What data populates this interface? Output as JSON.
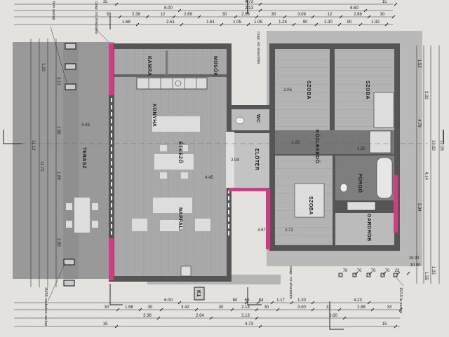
{
  "plan": {
    "rooms": {
      "kamra": "KAMRA",
      "mosokonyha": "MOSÓK",
      "konyha": "KONYHA",
      "etkezo": "ÉTKEZŐ",
      "nappali": "NAPPALI",
      "terasz": "TERASZ",
      "wc": "WC",
      "eloter": "ELŐTÉR",
      "szoba1": "SZOBA",
      "szoba2": "SZOBA",
      "kozlekedo": "KÖZLEKEDŐ",
      "furdo": "FÜRDŐ",
      "szoba3": "SZOBA",
      "gardrob": "GARDRÓB",
      "k1": "K1"
    },
    "notes": {
      "top_left_column": "fém oszlop",
      "drain_top": "csap. víz elvezetés",
      "drain_bottom": "csap. víz elvezetés",
      "drain_right": "csap. víz elvezetés",
      "concrete_column": "30/55 vasbeton oszlop",
      "wood_column": "15/15 fa oszlop"
    },
    "dimensions": {
      "top_row1": [
        "15",
        "4.73",
        "15"
      ],
      "top_row2": [
        "6.00",
        "2.13",
        "6.60"
      ],
      "top_row3": [
        "30",
        "2.38",
        "12",
        "2.89",
        "30",
        "2.53",
        "30",
        "3.09",
        "12",
        "2.88",
        "30"
      ],
      "top_row4": [
        "1.68",
        "2.51",
        "1.61",
        "1.05",
        "1.05",
        "1.28",
        "90",
        "2.30",
        "90",
        "1.32"
      ],
      "bottom_row1": [
        "6.00",
        "60",
        "60",
        "84",
        "1.17",
        "1.20",
        "4.23"
      ],
      "bottom_row2": [
        "30",
        "1.68",
        "30",
        "3.42",
        "30",
        "2.13",
        "30",
        "3.00",
        "12",
        "2.88",
        "33"
      ],
      "bottom_row3": [
        "3.38",
        "2.64",
        "2.13",
        "6.60"
      ],
      "bottom_row4": [
        "15",
        "4.73",
        "15"
      ],
      "left": [
        "1.20",
        "3.12",
        "1.89",
        "1.89",
        "2.83",
        "11.12",
        "11.72"
      ],
      "right": [
        "1.52",
        "3.92",
        "4.79",
        "4.14",
        "3.34",
        "10.92",
        "12.05",
        "1.55",
        "1.25"
      ],
      "terrace_posts": [
        "70",
        "70",
        "70",
        "70",
        "23"
      ],
      "interior": [
        "4.45",
        "4.45",
        "2.04",
        "1.28",
        "1.20",
        "3.05",
        "2.72",
        "4.57",
        "10.90",
        "10.90"
      ]
    }
  }
}
